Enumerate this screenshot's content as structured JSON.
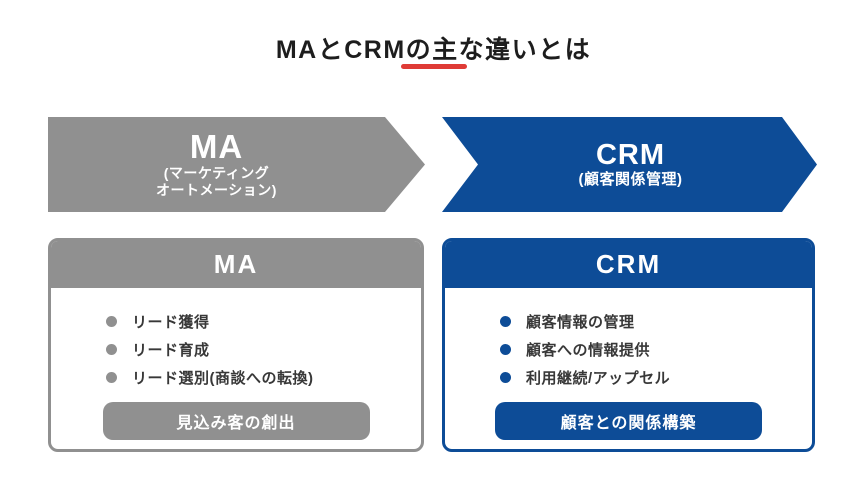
{
  "title": {
    "text": "MAとCRMの主な違いとは"
  },
  "colors": {
    "gray": "#909090",
    "blue": "#0d4c97",
    "red": "#df3b36",
    "text_dark": "#383838",
    "title_color": "#1d1d1d",
    "white": "#ffffff"
  },
  "arrows": {
    "ma": {
      "label": "MA",
      "sub_line1": "(マーケティング",
      "sub_line2": "オートメーション)"
    },
    "crm": {
      "label": "CRM",
      "sub": "(顧客関係管理)"
    }
  },
  "panels": {
    "ma": {
      "header": "MA",
      "items": [
        "リード獲得",
        "リード育成",
        "リード選別(商談への転換)"
      ],
      "button": "見込み客の創出"
    },
    "crm": {
      "header": "CRM",
      "items": [
        "顧客情報の管理",
        "顧客への情報提供",
        "利用継続/アップセル"
      ],
      "button": "顧客との関係構築"
    }
  }
}
